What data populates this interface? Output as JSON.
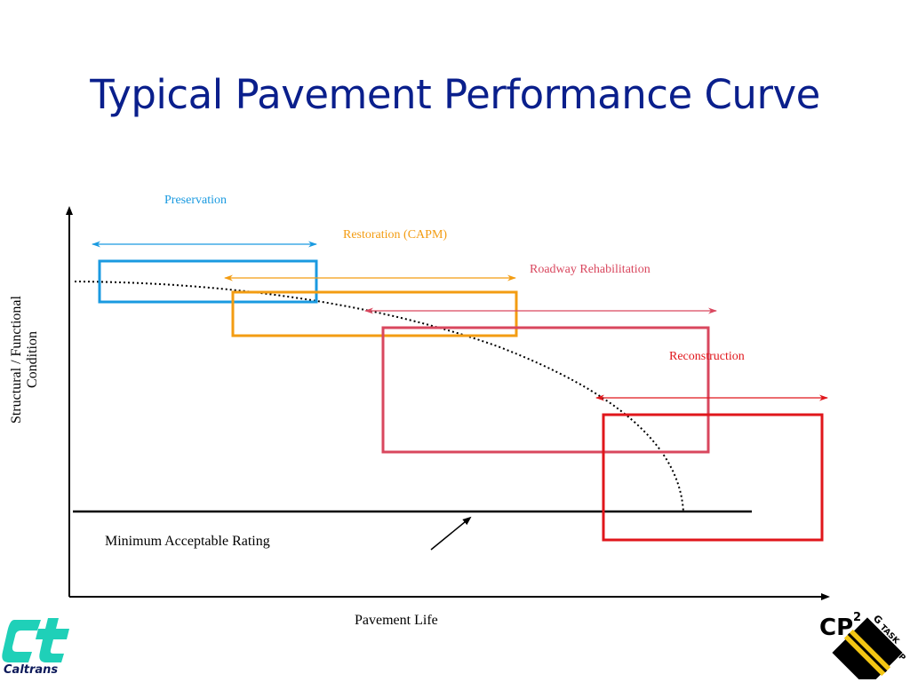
{
  "slide": {
    "title": "Typical Pavement Performance Curve"
  },
  "axes": {
    "y_label": "Structural / Functional Condition",
    "x_label": "Pavement Life"
  },
  "threshold": {
    "label": "Minimum Acceptable Rating"
  },
  "phases": [
    {
      "label": "Preservation",
      "color": "#1a9ae0"
    },
    {
      "label": "Restoration (CAPM)",
      "color": "#f39c12"
    },
    {
      "label": "Roadway Rehabilitation",
      "color": "#d9475e"
    },
    {
      "label": "Reconstruction",
      "color": "#e0161b"
    }
  ],
  "logos": {
    "left": {
      "name": "caltrans-logo",
      "text": "Caltrans",
      "color": "#1fd0b8"
    },
    "right": {
      "name": "cp2-task-group-logo",
      "text_main": "CP",
      "text_sup": "2",
      "text_side": "GTASK\nGROUP"
    }
  }
}
